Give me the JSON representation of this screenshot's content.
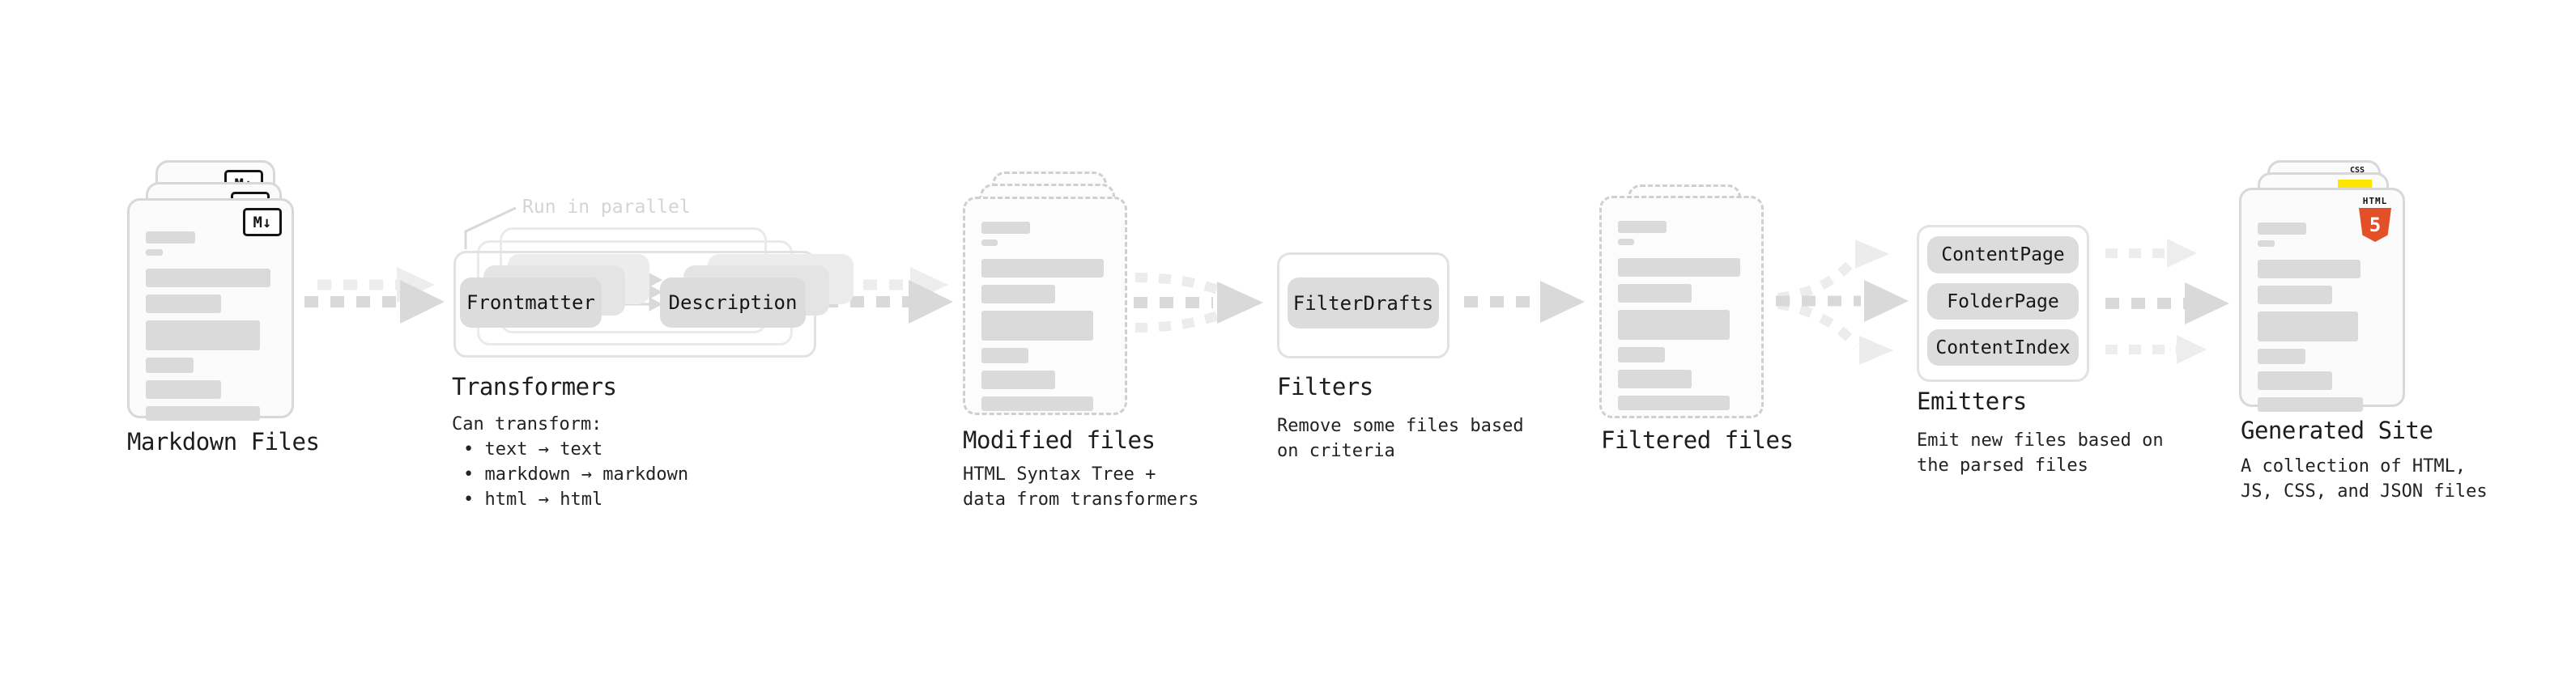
{
  "diagram": {
    "annotation_run_in_parallel": "Run in parallel",
    "markdown_files": {
      "label": "Markdown Files",
      "markdown_icon_text": "M↓"
    },
    "transformers": {
      "label": "Transformers",
      "description_heading": "Can transform:",
      "bullets": [
        "text → text",
        "markdown → markdown",
        "html → html"
      ],
      "box_left": "Frontmatter",
      "box_right": "Description"
    },
    "modified_files": {
      "label": "Modified files",
      "description": "HTML Syntax Tree +\ndata from transformers"
    },
    "filters": {
      "label": "Filters",
      "description": "Remove some files based\non criteria",
      "box": "FilterDrafts"
    },
    "filtered_files": {
      "label": "Filtered files"
    },
    "emitters": {
      "label": "Emitters",
      "description": "Emit new files based on\nthe parsed files",
      "boxes": [
        "ContentPage",
        "FolderPage",
        "ContentIndex"
      ]
    },
    "generated_site": {
      "label": "Generated Site",
      "description": "A collection of HTML,\nJS, CSS, and JSON files",
      "css_badge_text": "CSS",
      "html5_badge_text": "HTML",
      "html5_badge_number": "5"
    },
    "colors": {
      "html5_orange": "#e34f26",
      "js_yellow": "#ffe400",
      "css_blue": "#2965f1",
      "arrow_dark": "#d9d9d9",
      "arrow_light": "#ededed",
      "chip_gray": "#dcdcdc",
      "bar_gray": "#dadada",
      "doc_border": "#d8d8d8",
      "muted_text": "#d4d4d4",
      "text_dark": "#1d1d1f"
    }
  }
}
